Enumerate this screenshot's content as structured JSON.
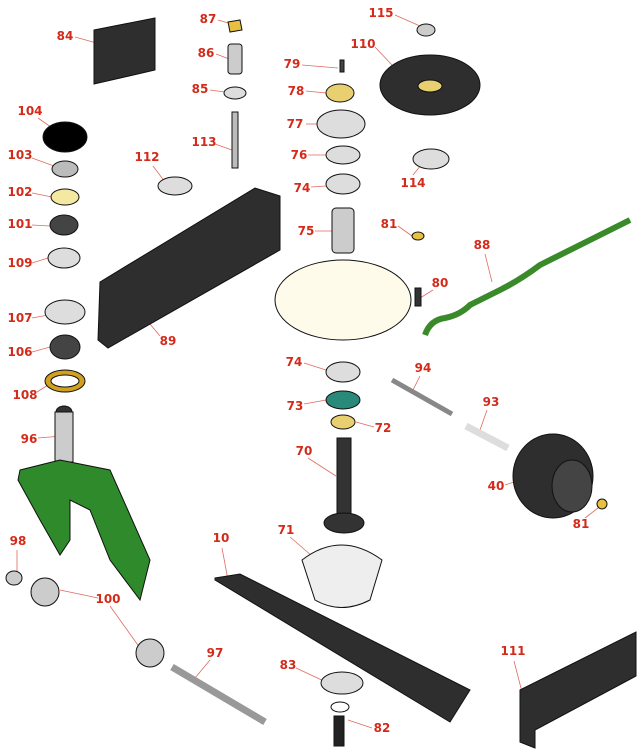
{
  "diagram": {
    "type": "exploded parts diagram",
    "label_color": "#d42a1a",
    "callouts": [
      "84",
      "87",
      "115",
      "86",
      "79",
      "110",
      "104",
      "85",
      "78",
      "77",
      "113",
      "112",
      "103",
      "76",
      "114",
      "102",
      "74",
      "101",
      "75",
      "81",
      "88",
      "109",
      "80",
      "107",
      "89",
      "106",
      "74",
      "94",
      "108",
      "73",
      "72",
      "93",
      "96",
      "70",
      "40",
      "81",
      "71",
      "10",
      "98",
      "100",
      "111",
      "97",
      "83",
      "82"
    ]
  }
}
